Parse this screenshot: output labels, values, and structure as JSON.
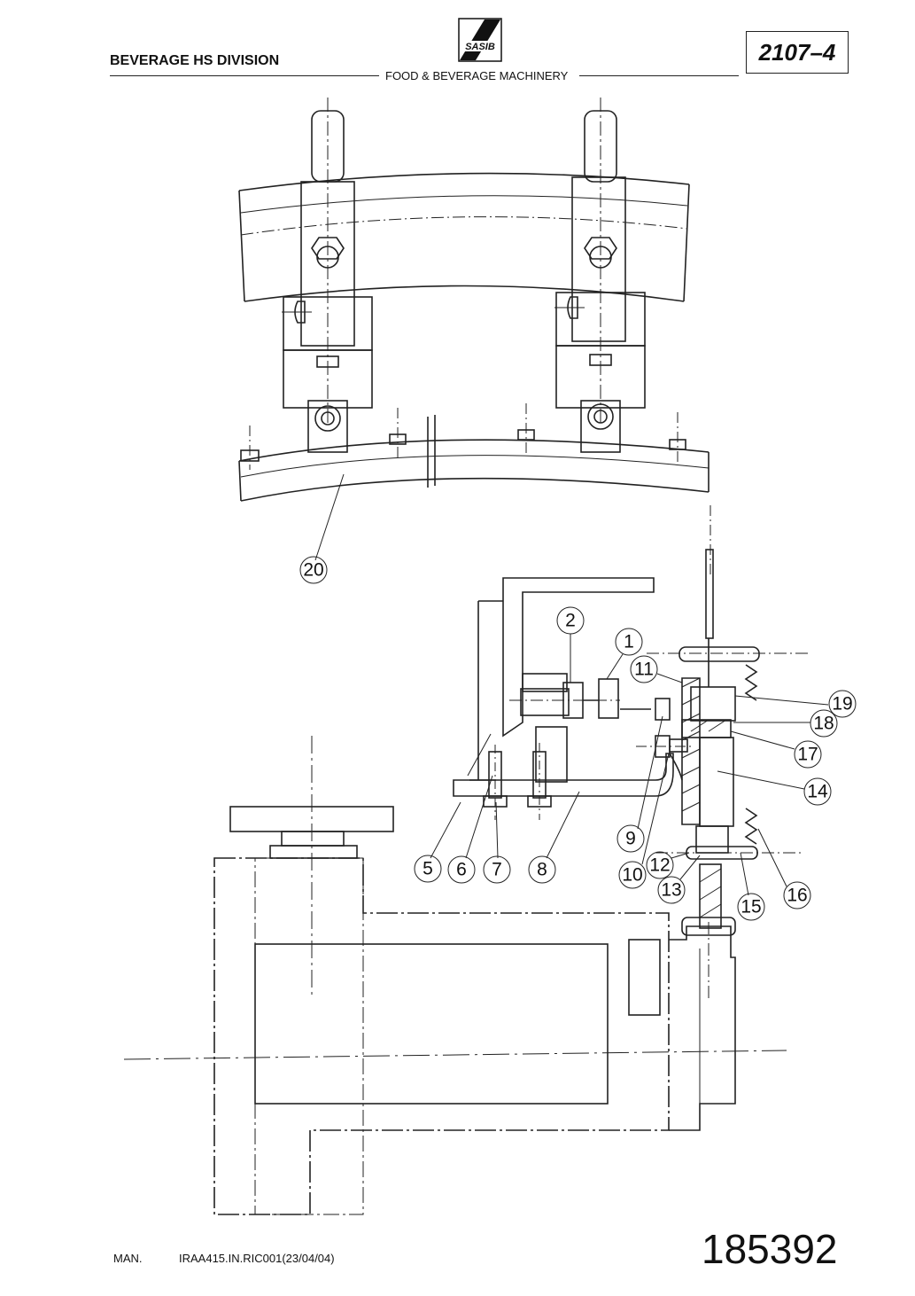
{
  "header": {
    "division": "BEVERAGE HS DIVISION",
    "tagline": "FOOD & BEVERAGE MACHINERY",
    "doc_code": "2107–4",
    "logo_text": "SASIB"
  },
  "drawing": {
    "callouts": [
      "1",
      "2",
      "5",
      "6",
      "7",
      "8",
      "9",
      "10",
      "11",
      "12",
      "13",
      "14",
      "15",
      "16",
      "17",
      "18",
      "19",
      "20"
    ]
  },
  "footer": {
    "man_label": "MAN.",
    "reference": "IRAA415.IN.RIC001(23/04/04)",
    "drawing_number": "185392"
  }
}
